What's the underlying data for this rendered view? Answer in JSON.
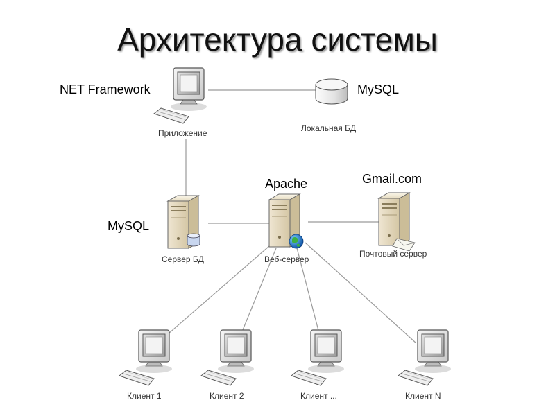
{
  "title": "Архитектура системы",
  "labels": {
    "app_tech": "NET Framework",
    "local_db_tech": "MySQL",
    "db_server_tech": "MySQL",
    "web_server_tech": "Apache",
    "mail_server_tech": "Gmail.com"
  },
  "captions": {
    "app": "Приложение",
    "local_db": "Локальная БД",
    "db_server": "Сервер БД",
    "web_server": "Веб-сервер",
    "mail_server": "Почтовый сервер",
    "client_1": "Клиент 1",
    "client_2": "Клиент 2",
    "client_dots": "Клиент ...",
    "client_n": "Клиент N"
  }
}
